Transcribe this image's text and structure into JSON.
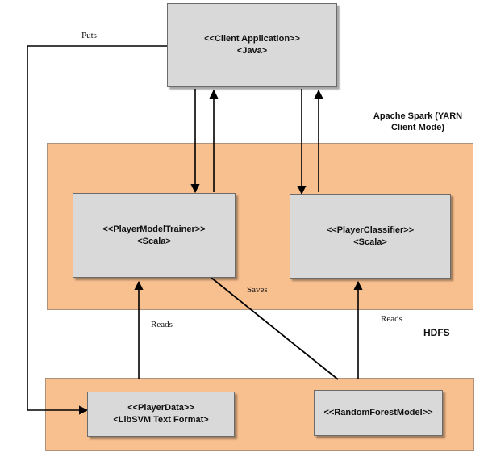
{
  "nodes": {
    "client_app": {
      "line1": "<<Client Application>>",
      "line2": "<Java>"
    },
    "model_trainer": {
      "line1": "<<PlayerModelTrainer>>",
      "line2": "<Scala>"
    },
    "classifier": {
      "line1": "<<PlayerClassifier>>",
      "line2": "<Scala>"
    },
    "player_data": {
      "line1": "<<PlayerData>>",
      "line2": "<LibSVM Text Format>"
    },
    "rf_model": {
      "line1": "<<RandomForestModel>>"
    }
  },
  "regions": {
    "spark": {
      "label_line1": "Apache Spark (YARN",
      "label_line2": "Client Mode)"
    },
    "hdfs": {
      "label": "HDFS"
    }
  },
  "edges": {
    "puts": "Puts",
    "saves": "Saves",
    "reads_left": "Reads",
    "reads_right": "Reads"
  }
}
